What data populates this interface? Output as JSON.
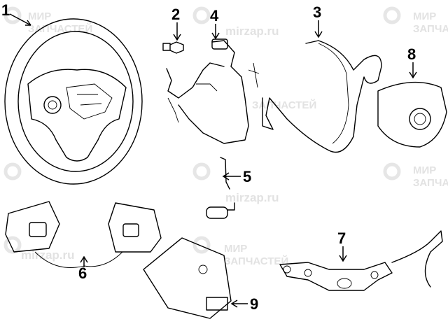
{
  "diagram": {
    "title": "Steering wheel components",
    "callouts": [
      "1",
      "2",
      "3",
      "4",
      "5",
      "6",
      "7",
      "8",
      "9"
    ]
  },
  "watermark": {
    "site": "mirzap.ru",
    "brand_line1": "МИР",
    "brand_line2": "ЗАПЧАСТЕЙ"
  }
}
